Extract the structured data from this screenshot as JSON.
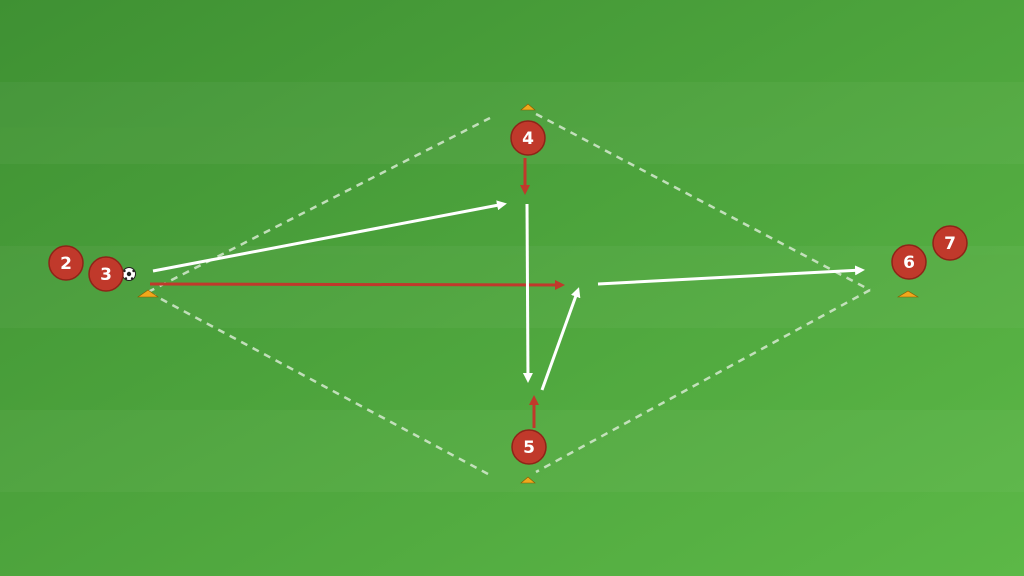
{
  "colors": {
    "pitch_dark": "#3f9133",
    "pitch_light": "#5cb847",
    "player": "#c0392b",
    "pass": "#ffffff",
    "run": "#c0392b",
    "cone": "#f0a81c",
    "boundary": "#d6ead0"
  },
  "players": [
    {
      "id": "p2",
      "label": "2"
    },
    {
      "id": "p3",
      "label": "3"
    },
    {
      "id": "p4",
      "label": "4"
    },
    {
      "id": "p5",
      "label": "5"
    },
    {
      "id": "p6",
      "label": "6"
    },
    {
      "id": "p7",
      "label": "7"
    }
  ],
  "icons": {
    "ball": "soccer-ball-icon",
    "cone": "cone-icon"
  }
}
